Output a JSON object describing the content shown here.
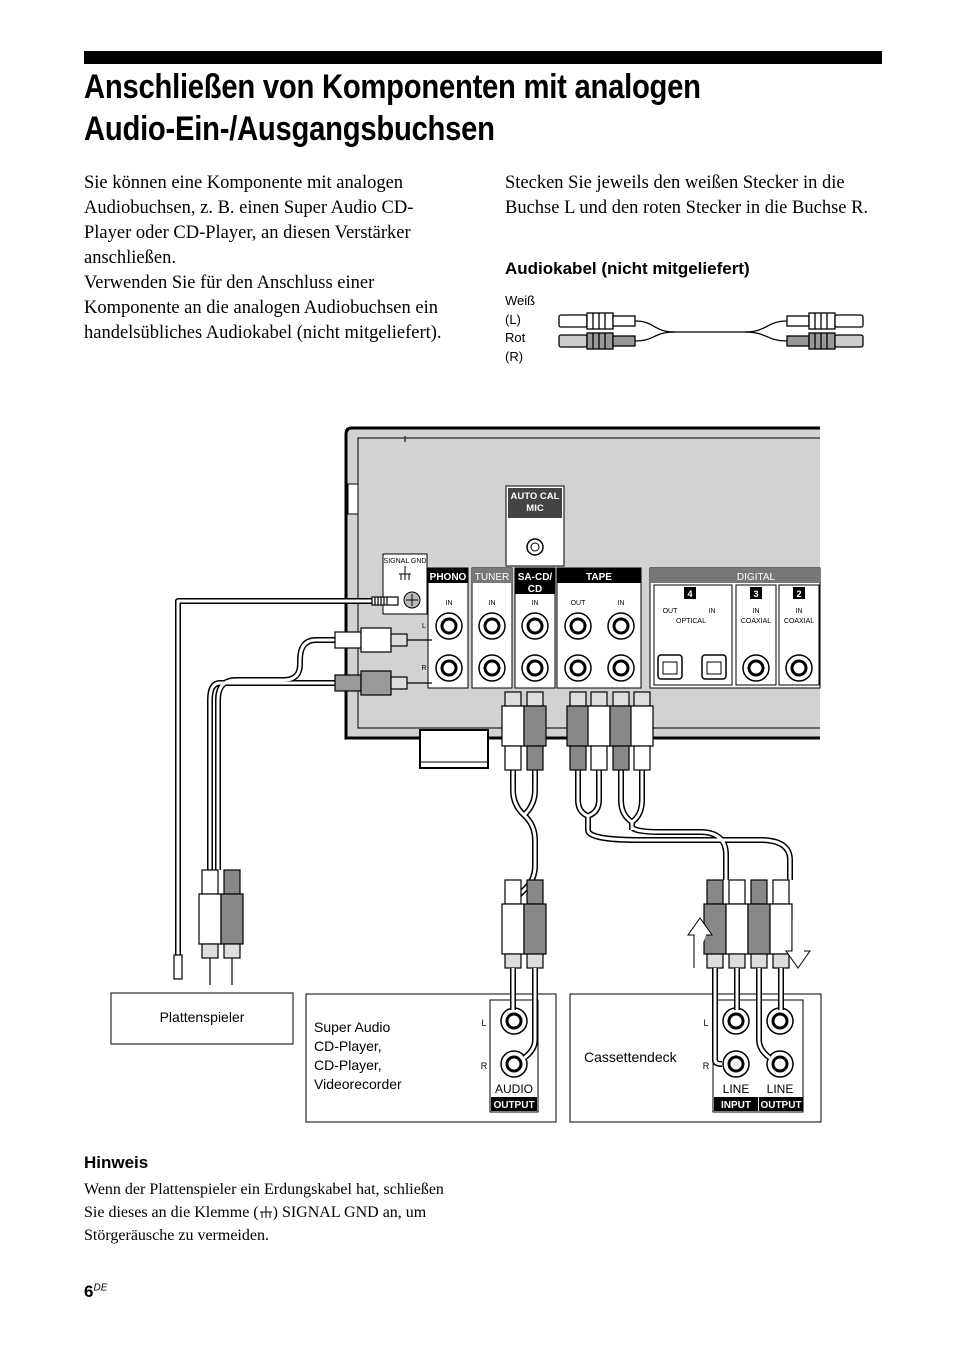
{
  "title": {
    "line1": "Anschließen von Komponenten mit analogen",
    "line2": "Audio-Ein-/Ausgangsbuchsen"
  },
  "left_column": {
    "p1": "Sie können eine Komponente mit analogen Audiobuchsen, z. B. einen Super Audio CD-Player oder CD-Player, an diesen Verstärker anschließen.",
    "p2": "Verwenden Sie für den Anschluss einer Komponente an die analogen Audiobuchsen ein handelsübliches Audiokabel (nicht mitgeliefert)."
  },
  "right_column": {
    "p1": "Stecken Sie jeweils den weißen Stecker in die Buchse L und den roten Stecker in die Buchse R.",
    "subheading": "Audiokabel (nicht mitgeliefert)",
    "cable_labels": [
      "Weiß",
      "(L)",
      "Rot",
      "(R)"
    ]
  },
  "diagram": {
    "panel_labels": {
      "auto_cal_1": "AUTO CAL",
      "auto_cal_2": "MIC",
      "signal_gnd": "SIGNAL GND",
      "phono": "PHONO",
      "tuner": "TUNER",
      "sacd_1": "SA-CD/",
      "sacd_2": "CD",
      "tape": "TAPE",
      "digital": "DIGITAL",
      "in": "IN",
      "out": "OUT",
      "optical": "OPTICAL",
      "coaxial": "COAXIAL",
      "l": "L",
      "r": "R",
      "num4": "4",
      "num3": "3",
      "num2": "2"
    },
    "components": {
      "turntable": "Plattenspieler",
      "sacd_lines": [
        "Super Audio",
        "CD-Player,",
        "CD-Player,",
        "Videorecorder"
      ],
      "cassette": "Cassettendeck",
      "audio": "AUDIO",
      "output": "OUTPUT",
      "line": "LINE",
      "input": "INPUT"
    }
  },
  "note": {
    "heading": "Hinweis",
    "text_before": "Wenn der Plattenspieler ein Erdungskabel hat, schließen Sie dieses an die Klemme (",
    "text_after": ") SIGNAL GND an, um Störgeräusche zu vermeiden."
  },
  "page": {
    "number": "6",
    "suffix": "DE"
  }
}
